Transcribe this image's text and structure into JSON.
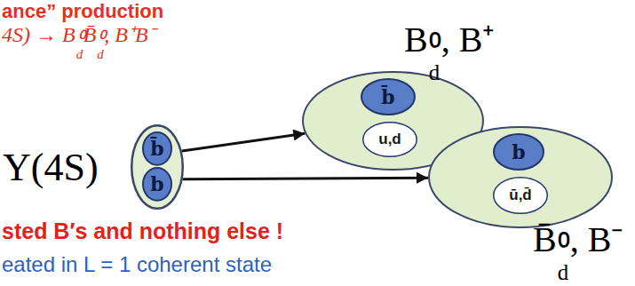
{
  "diagram": {
    "title": "ance” production",
    "nodes": [
      {
        "text": [
          "Υ(4S)"
        ]
      },
      {
        "text": [
          "b̄"
        ],
        "in": 0
      },
      {
        "text": [
          "b"
        ],
        "in": 0
      },
      {
        "text": [
          "B⁰d, B⁺"
        ]
      },
      {
        "text": [
          "b̄"
        ],
        "in": 3
      },
      {
        "text": [
          "u,d"
        ],
        "in": 3
      },
      {
        "text": [
          "B̄⁰d, B⁻"
        ]
      },
      {
        "text": [
          "b"
        ],
        "in": 6
      },
      {
        "text": [
          "ū,d̄"
        ],
        "in": 6
      }
    ],
    "edges": [
      {
        "from": 0,
        "to": 3,
        "arrow": "to"
      },
      {
        "from": 0,
        "to": 6,
        "arrow": "to"
      }
    ],
    "labels": [
      "4S) → B⁰dB̄⁰d, B⁺B⁻",
      "sted B′s and nothing else !",
      "eated in L = 1 coherent state"
    ]
  }
}
